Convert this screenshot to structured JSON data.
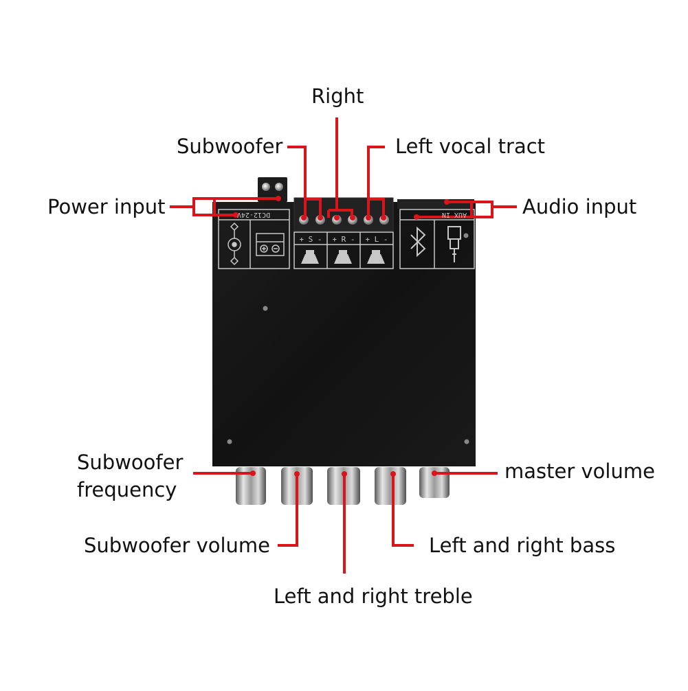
{
  "labels": {
    "right": "Right",
    "subwoofer": "Subwoofer",
    "left_vocal_tract": "Left vocal tract",
    "power_input": "Power input",
    "audio_input": "Audio input",
    "subwoofer_frequency_line1": "Subwoofer",
    "subwoofer_frequency_line2": "frequency",
    "master_volume": "master volume",
    "subwoofer_volume": "Subwoofer volume",
    "left_right_bass": "Left and right bass",
    "left_right_treble": "Left and right treble"
  },
  "board": {
    "power_marking": "DC12-24V",
    "channel_s": "+ S -",
    "channel_r": "+ R -",
    "channel_l": "+ L -",
    "aux_marking": "AUX IN"
  },
  "colors": {
    "callout": "#d9141b",
    "board": "#121212",
    "panel_line": "#c8c8c8",
    "terminal": "#1a1a1a",
    "knob": "#b8b8b8"
  },
  "icons": [
    "bluetooth-icon",
    "audio-jack-icon",
    "dc-barrel-icon",
    "speaker-icon"
  ]
}
